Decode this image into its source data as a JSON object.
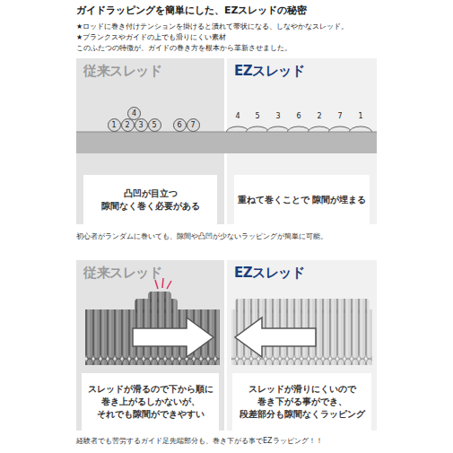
{
  "diagram": {
    "title": "ガイドラッピングを簡単にした、EZスレッドの秘密",
    "nodes": [
      {
        "text": [
          "従来スレッド"
        ]
      },
      {
        "text": [
          "4"
        ],
        "in": 0
      },
      {
        "text": [
          "1"
        ],
        "in": 0
      },
      {
        "text": [
          "2"
        ],
        "in": 0
      },
      {
        "text": [
          "3"
        ],
        "in": 0
      },
      {
        "text": [
          "5"
        ],
        "in": 0
      },
      {
        "text": [
          "6"
        ],
        "in": 0
      },
      {
        "text": [
          "7"
        ],
        "in": 0
      },
      {
        "text": [
          "凸凹が目立つ 隙間なく巻く必要がある"
        ],
        "in": 0
      },
      {
        "text": [
          "EZスレッド"
        ]
      },
      {
        "text": [
          "重ねて巻くことで 隙間が埋まる"
        ],
        "in": 9
      },
      {
        "text": [
          "従来スレッド"
        ]
      },
      {
        "text": [
          "スレッドが滑るので下から順に 巻き上がるしかないが、 それでも隙間ができやすい"
        ],
        "in": 11
      },
      {
        "text": [
          "EZスレッド"
        ]
      },
      {
        "text": [
          "スレッドが滑りにくいので 巻き下がる事ができ、 段差部分も隙間なくラッピング"
        ],
        "in": 13
      }
    ],
    "labels": [
      "★ロッドに巻き付けテンションを掛けると潰れて帯状になる、しなやかなスレッド。",
      "★ブランクスやガイドの上でも滑りにくい素材",
      "このふたつの特徴が、ガイドの巻き方を根本から革新させました。",
      "4",
      "5",
      "3",
      "6",
      "2",
      "7",
      "1",
      "初心者がランダムに巻いても、隙間や凸凹が少ないラッピングが簡単に可能。",
      "経験者でも苦労するガイド足先端部分も、巻き下がる事でEZラッピング！！"
    ]
  }
}
